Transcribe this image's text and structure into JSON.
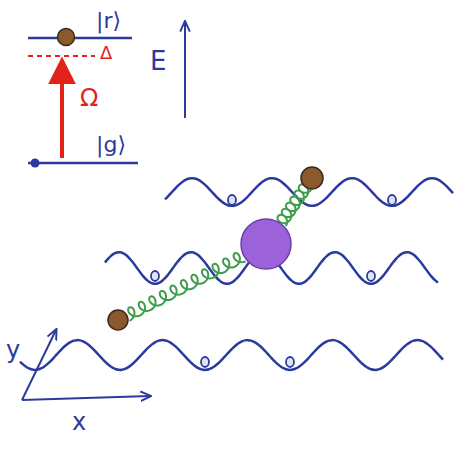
{
  "diagram": {
    "labels": [
      "|r⟩",
      "Δ",
      "Ω",
      "|g⟩",
      "E",
      "y",
      "x"
    ]
  }
}
